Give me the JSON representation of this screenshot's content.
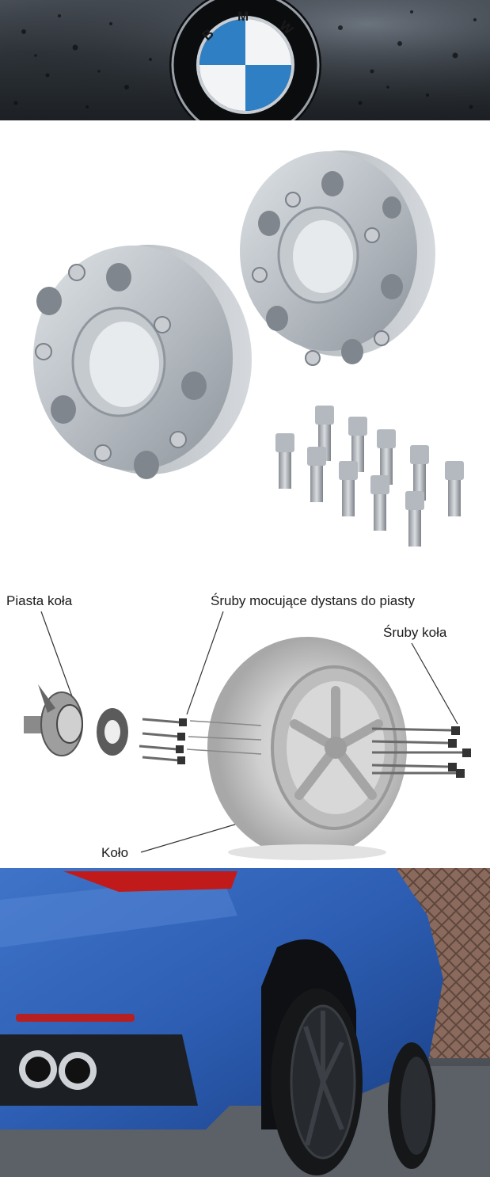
{
  "logo": {
    "letters": [
      "B",
      "M",
      "W"
    ]
  },
  "diagram": {
    "label_hub": "Piasta koła",
    "label_spacer_bolts": "Śruby mocujące dystans do piasty",
    "label_wheel_bolts": "Śruby koła",
    "label_wheel": "Koło"
  }
}
